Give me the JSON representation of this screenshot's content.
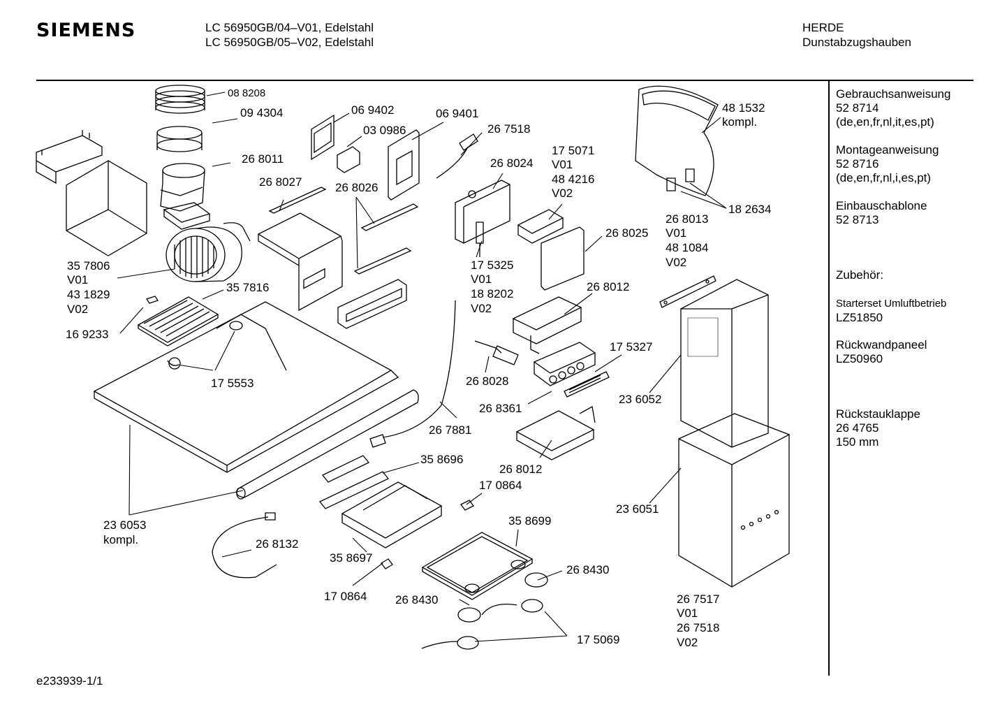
{
  "header": {
    "brand": "SIEMENS",
    "model_line_1": "LC 56950GB/04–V01, Edelstahl",
    "model_line_2": "LC 56950GB/05–V02, Edelstahl",
    "category_1": "HERDE",
    "category_2": "Dunstabzugshauben"
  },
  "sidebar": {
    "gebrauch_title": "Gebrauchsanweisung",
    "gebrauch_no": "52 8714",
    "gebrauch_lang": "(de,en,fr,nl,it,es,pt)",
    "montage_title": "Montageanweisung",
    "montage_no": "52 8716",
    "montage_lang": "(de,en,fr,nl,i,es,pt)",
    "einbau_title": "Einbauschablone",
    "einbau_no": "52 8713",
    "zubehoer": "Zubehör:",
    "starter_title": "Starterset  Umluftbetrieb",
    "starter_no": "LZ51850",
    "rueckwand_title": "Rückwandpaneel",
    "rueckwand_no": "LZ50960",
    "rueckstau_title": "Rückstauklappe",
    "rueckstau_no": "26 4765",
    "rueckstau_size": "150 mm"
  },
  "footer": {
    "doc_id": "e233939-1/1"
  },
  "parts": {
    "p088208": "08 8208",
    "p094304": "09 4304",
    "p268011": "26 8011",
    "p069402": "06 9402",
    "p030986": "03 0986",
    "p069401": "06 9401",
    "p267518": "26 7518",
    "p268027": "26 8027",
    "p268026": "26 8026",
    "p268024": "26 8024",
    "p175071": "17 5071",
    "p175071_v1": "V01",
    "p484216": "48 4216",
    "p484216_v2": "V02",
    "p481532": "48 1532",
    "p481532_k": "kompl.",
    "p182634": "18 2634",
    "p268013": "26 8013",
    "p268013_v1": "V01",
    "p481084": "48 1084",
    "p481084_v2": "V02",
    "p268025": "26 8025",
    "p357806": "35 7806",
    "p357806_v1": "V01",
    "p431829": "43 1829",
    "p431829_v2": "V02",
    "p357816": "35 7816",
    "p175325": "17 5325",
    "p175325_v1": "V01",
    "p188202": "18 8202",
    "p188202_v2": "V02",
    "p268012a": "26 8012",
    "p169233": "16 9233",
    "p175327": "17 5327",
    "p175553": "17 5553",
    "p268028": "26 8028",
    "p236052": "23 6052",
    "p268361": "26 8361",
    "p267881": "26 7881",
    "p358696": "35 8696",
    "p268012b": "26 8012",
    "p170864a": "17 0864",
    "p236053": "23 6053",
    "p236053_k": "kompl.",
    "p236051": "23 6051",
    "p358699": "35 8699",
    "p268132": "26 8132",
    "p358697": "35 8697",
    "p268430a": "26 8430",
    "p170864b": "17 0864",
    "p268430b": "26 8430",
    "p267517": "26 7517",
    "p267517_v1": "V01",
    "p267518b": "26 7518",
    "p267518b_v2": "V02",
    "p175069": "17 5069"
  }
}
